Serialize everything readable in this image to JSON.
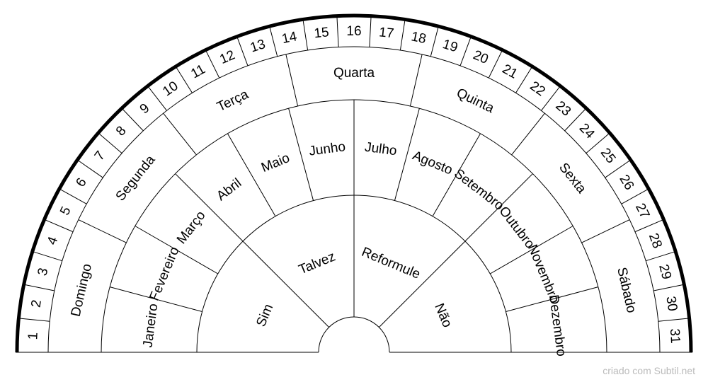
{
  "credit": "criado com Subtil.net",
  "colors": {
    "ink": "#000000",
    "background": "#ffffff",
    "credit": "#bbbbbb"
  },
  "rings": {
    "days": [
      "1",
      "2",
      "3",
      "4",
      "5",
      "6",
      "7",
      "8",
      "9",
      "10",
      "11",
      "12",
      "13",
      "14",
      "15",
      "16",
      "17",
      "18",
      "19",
      "20",
      "21",
      "22",
      "23",
      "24",
      "25",
      "26",
      "27",
      "28",
      "29",
      "30",
      "31"
    ],
    "weekdays": [
      "Domingo",
      "Segunda",
      "Terça",
      "Quarta",
      "Quinta",
      "Sexta",
      "Sábado"
    ],
    "months": [
      "Janeiro",
      "Fevereiro",
      "Março",
      "Abril",
      "Maio",
      "Junho",
      "Julho",
      "Agosto",
      "Setembro",
      "Outubro",
      "Novembro",
      "Dezembro"
    ],
    "answers": [
      "Sim",
      "Talvez",
      "Reformule",
      "Não"
    ]
  }
}
